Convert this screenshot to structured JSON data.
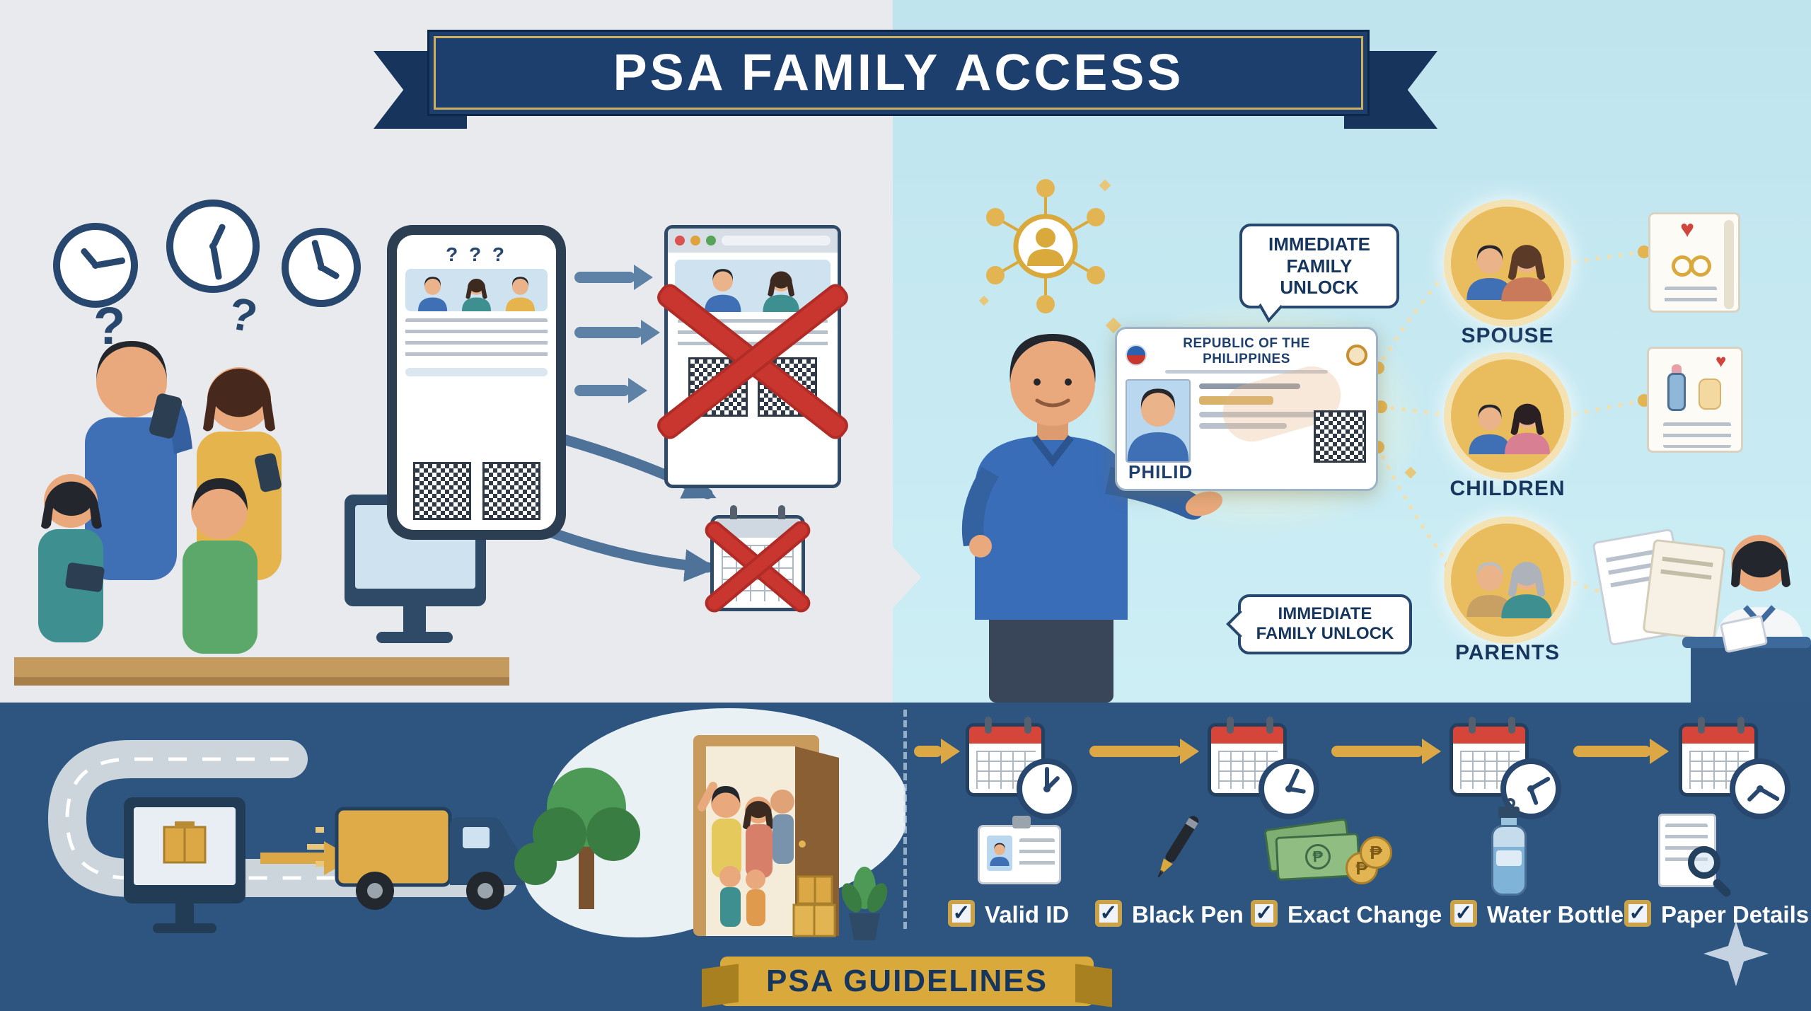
{
  "header": {
    "title": "PSA FAMILY ACCESS"
  },
  "right_scene": {
    "bubble_top": "IMMEDIATE FAMILY UNLOCK",
    "bubble_bottom": "IMMEDIATE FAMILY UNLOCK",
    "id_card": {
      "country": "REPUBLIC OF THE PHILIPPINES",
      "brand": "PHILID"
    },
    "members": [
      {
        "label": "SPOUSE"
      },
      {
        "label": "CHILDREN"
      },
      {
        "label": "PARENTS"
      }
    ]
  },
  "checklist": {
    "items": [
      {
        "label": "Valid ID",
        "icon": "id-card-icon"
      },
      {
        "label": "Black Pen",
        "icon": "pen-icon"
      },
      {
        "label": "Exact Change",
        "icon": "cash-icon"
      },
      {
        "label": "Water Bottle",
        "icon": "water-bottle-icon"
      },
      {
        "label": "Paper Details",
        "icon": "document-magnifier-icon"
      }
    ]
  },
  "footer": {
    "title": "PSA GUIDELINES"
  },
  "glyphs": {
    "question_mark": "?",
    "triple_question": "? ? ?",
    "heart": "♥",
    "peso": "₱",
    "check": "✓"
  },
  "colors": {
    "navy": "#1d3f6e",
    "gold": "#d9a93c",
    "red": "#c9352f",
    "left_bg": "#e8eaed",
    "right_bg": "#c3e8f1",
    "bottom_bg": "#2d5580"
  }
}
